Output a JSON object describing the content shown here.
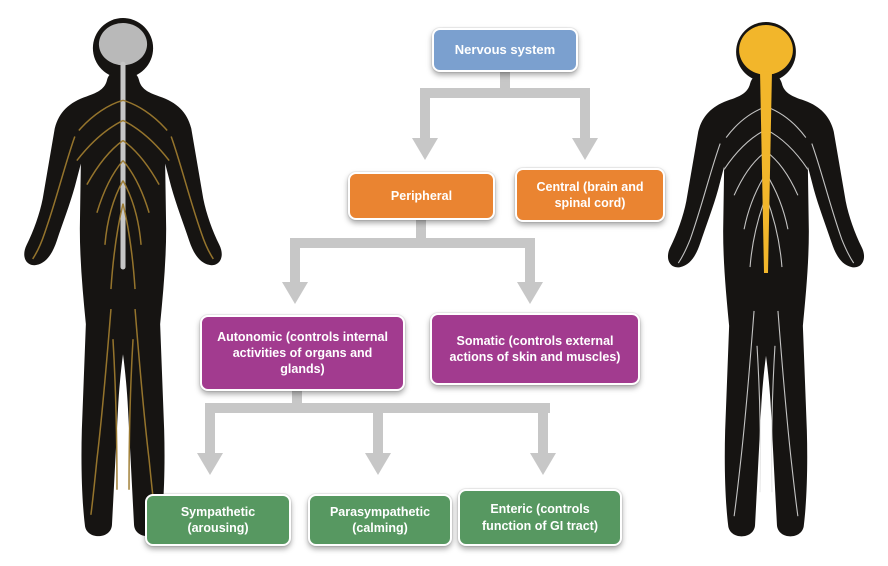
{
  "diagram": {
    "kind": "hierarchy-flowchart",
    "connector_color": "#c7c7c7",
    "nodes": {
      "nervous_system": {
        "label": "Nervous system",
        "color": "#7ba0cf",
        "level": 0
      },
      "peripheral": {
        "label": "Peripheral",
        "color": "#ea8431",
        "level": 1,
        "parent": "nervous_system"
      },
      "central": {
        "label": "Central (brain and spinal cord)",
        "color": "#ea8431",
        "level": 1,
        "parent": "nervous_system"
      },
      "autonomic": {
        "label": "Autonomic (controls internal activities of organs and glands)",
        "color": "#a23b8f",
        "level": 2,
        "parent": "peripheral"
      },
      "somatic": {
        "label": "Somatic (controls external actions of skin and muscles)",
        "color": "#a23b8f",
        "level": 2,
        "parent": "peripheral"
      },
      "sympathetic": {
        "label": "Sympathetic (arousing)",
        "color": "#579861",
        "level": 3,
        "parent": "autonomic"
      },
      "parasympathetic": {
        "label": "Parasympathetic (calming)",
        "color": "#579861",
        "level": 3,
        "parent": "autonomic"
      },
      "enteric": {
        "label": "Enteric (controls function of GI tract)",
        "color": "#579861",
        "level": 3,
        "parent": "autonomic"
      }
    },
    "edges": [
      [
        "nervous_system",
        "peripheral"
      ],
      [
        "nervous_system",
        "central"
      ],
      [
        "peripheral",
        "autonomic"
      ],
      [
        "peripheral",
        "somatic"
      ],
      [
        "autonomic",
        "sympathetic"
      ],
      [
        "autonomic",
        "parasympathetic"
      ],
      [
        "autonomic",
        "enteric"
      ]
    ],
    "illustrations": {
      "left_figure": "human body, front view, gray brain and spinal cord with gold peripheral nerves",
      "right_figure": "human body, back view, yellow brain and spinal cord with white nerve lines"
    }
  }
}
